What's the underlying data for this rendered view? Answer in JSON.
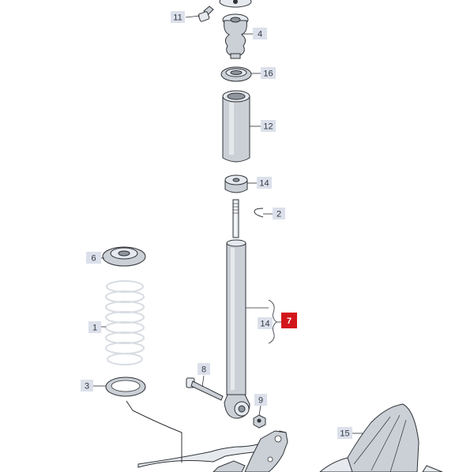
{
  "diagram": {
    "callouts": [
      {
        "id": "c11",
        "label": "11"
      },
      {
        "id": "c4",
        "label": "4"
      },
      {
        "id": "c16",
        "label": "16"
      },
      {
        "id": "c12",
        "label": "12"
      },
      {
        "id": "c14a",
        "label": "14"
      },
      {
        "id": "c2",
        "label": "2"
      },
      {
        "id": "c6",
        "label": "6"
      },
      {
        "id": "c1",
        "label": "1"
      },
      {
        "id": "c14b",
        "label": "14"
      },
      {
        "id": "c8",
        "label": "8"
      },
      {
        "id": "c3",
        "label": "3"
      },
      {
        "id": "c9",
        "label": "9"
      },
      {
        "id": "c15",
        "label": "15"
      }
    ],
    "reference_badge": {
      "label": "7",
      "color": "#d2151b"
    }
  }
}
